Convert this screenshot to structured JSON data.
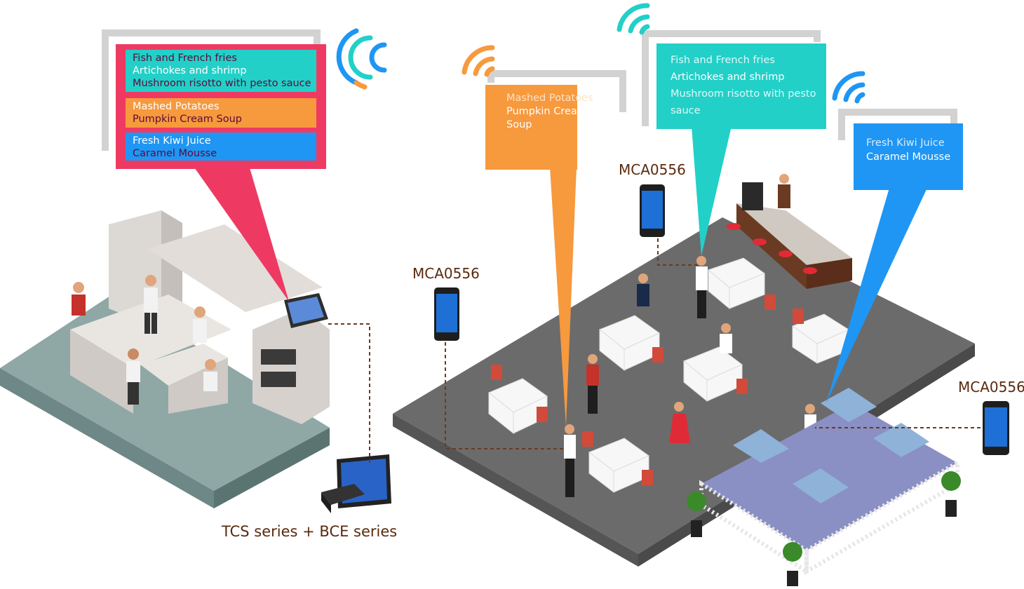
{
  "kitchen_order": {
    "group1": [
      "Fish and French fries",
      "Artichokes and shrimp",
      "Mushroom risotto with pesto sauce"
    ],
    "group2": [
      "Mashed Potatoes",
      "Pumpkin Cream Soup"
    ],
    "group3": [
      "Fresh Kiwi Juice",
      "Caramel Mousse"
    ]
  },
  "orange_bubble": [
    "Mashed Potatoes",
    "Pumpkin Cream",
    "Soup"
  ],
  "teal_bubble": [
    "Fish and French fries",
    "Artichokes and shrimp",
    "Mushroom risotto with pesto",
    "sauce"
  ],
  "blue_bubble": [
    "Fresh Kiwi Juice",
    "Caramel Mousse"
  ],
  "device_labels": {
    "left": "MCA0556",
    "center": "MCA0556",
    "right": "MCA0556"
  },
  "caption": "TCS series + BCE series",
  "colors": {
    "pink": "#ee3a63",
    "teal": "#22d0c8",
    "orange": "#f7993d",
    "blue": "#1f96f4",
    "floor": "#6b6b6b",
    "kitchen_floor": "#8fa8a6",
    "connector": "#6b3a1f"
  }
}
